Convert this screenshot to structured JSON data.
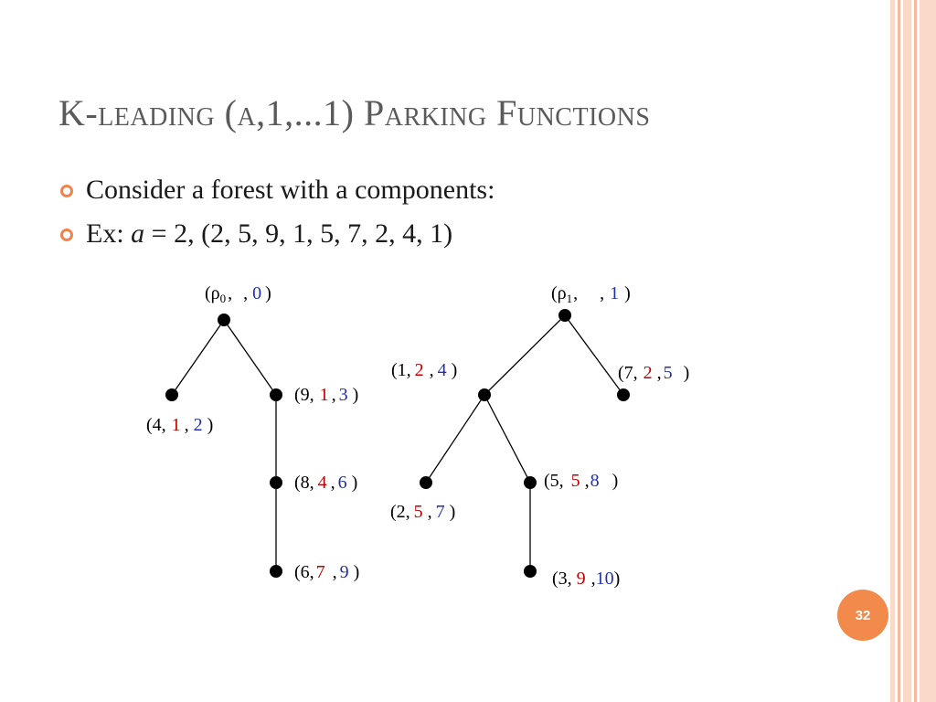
{
  "slide": {
    "title": "K-leading (a,1,...1) Parking Functions",
    "bullets": [
      {
        "text": "Consider a forest with a components:"
      },
      {
        "prefix": "Ex: ",
        "var": "a",
        "rest": " = 2, (2, 5, 9, 1, 5, 7, 2, 4, 1)"
      }
    ],
    "page_number": "32"
  },
  "colors": {
    "accent": "#f3834d",
    "label_red": "#c00000",
    "label_blue": "#1f2fb0",
    "stripe_light": "#fbd9c8",
    "stripe_mid": "#f7b89c"
  },
  "forest": {
    "trees": [
      {
        "root": {
          "open": "(ρ",
          "sub": "0",
          "sep1": ",",
          "sep2": ",",
          "blue": "0",
          "close": ")"
        },
        "nodes": [
          {
            "open": "(4,",
            "red": "1",
            "sep": ",",
            "blue": "2",
            "close": ")"
          },
          {
            "open": "(9,",
            "red": "1",
            "sep": ",",
            "blue": "3",
            "close": ")"
          },
          {
            "open": "(8,",
            "red": "4",
            "sep": ",",
            "blue": "6",
            "close": ")"
          },
          {
            "open": "(6,",
            "red": "7",
            "sep": ",",
            "blue": "9",
            "close": ")"
          }
        ]
      },
      {
        "root": {
          "open": "(ρ",
          "sub": "1",
          "sep1": ",",
          "sep2": ",",
          "blue": "1",
          "close": ")"
        },
        "nodes": [
          {
            "open": "(1,",
            "red": "2",
            "sep": ",",
            "blue": "4",
            "close": ")"
          },
          {
            "open": "(7,",
            "red": "2",
            "sep": ",",
            "blue": "5",
            "close": ")"
          },
          {
            "open": "(2,",
            "red": "5",
            "sep": ",",
            "blue": "7",
            "close": ")"
          },
          {
            "open": "(5,",
            "red": "5",
            "sep": ",",
            "blue": "8",
            "close": ")"
          },
          {
            "open": "(3,",
            "red": "9",
            "sep": ",",
            "blue": "10",
            "close": ")"
          }
        ]
      }
    ]
  }
}
